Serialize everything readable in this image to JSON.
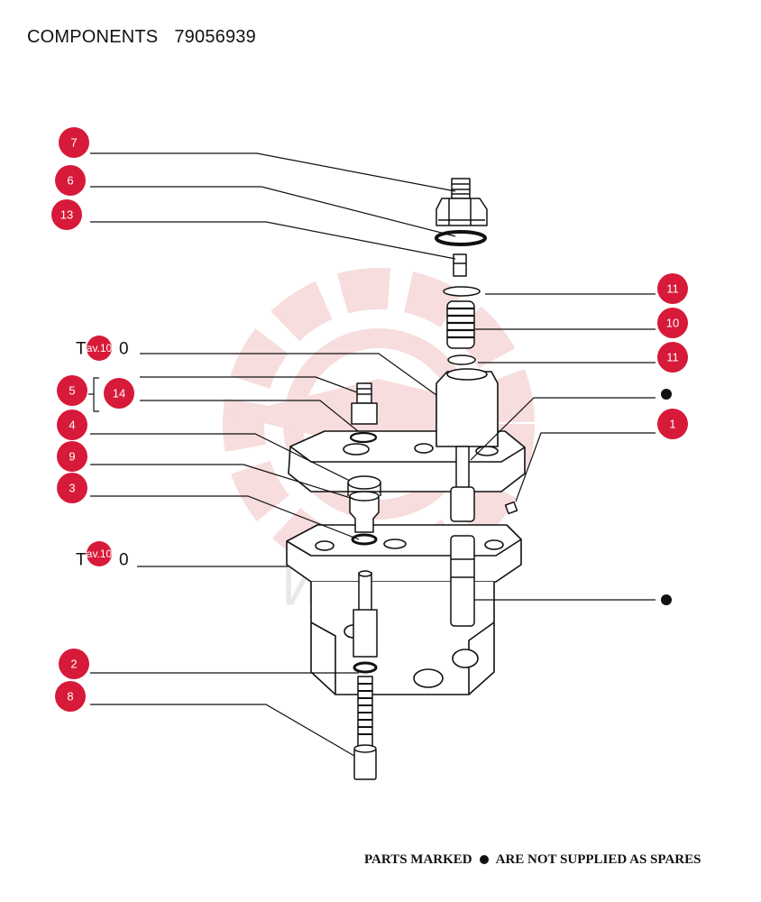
{
  "header": {
    "title": "COMPONENTS",
    "code": "79056939"
  },
  "footer": {
    "left": "PARTS MARKED",
    "right": "ARE NOT SUPPLIED AS SPARES"
  },
  "watermark": {
    "text": "ИНТЕС"
  },
  "colors": {
    "callout": "#d71a39",
    "line": "#111111",
    "watermark": "#f2c2c2"
  },
  "references": [
    {
      "id": "ref-upper",
      "prefix": "T",
      "badge": "av.10",
      "suffix": "0"
    },
    {
      "id": "ref-lower",
      "prefix": "T",
      "badge": "av.10",
      "suffix": "0"
    }
  ],
  "callouts": [
    {
      "id": "c7",
      "label": "7"
    },
    {
      "id": "c6",
      "label": "6"
    },
    {
      "id": "c13",
      "label": "13"
    },
    {
      "id": "c11a",
      "label": "11"
    },
    {
      "id": "c10",
      "label": "10"
    },
    {
      "id": "c11b",
      "label": "11"
    },
    {
      "id": "c5",
      "label": "5"
    },
    {
      "id": "c14",
      "label": "14"
    },
    {
      "id": "c4",
      "label": "4"
    },
    {
      "id": "c1",
      "label": "1"
    },
    {
      "id": "c9",
      "label": "9"
    },
    {
      "id": "c3",
      "label": "3"
    },
    {
      "id": "c2",
      "label": "2"
    },
    {
      "id": "c8",
      "label": "8"
    }
  ]
}
